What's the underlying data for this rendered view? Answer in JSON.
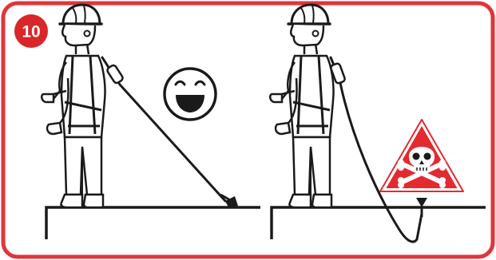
{
  "step": {
    "number": "10"
  },
  "colors": {
    "frame": "#e0353a",
    "badge": "#d9262b",
    "ink": "#1a1a1a",
    "warning_fill": "#e42a2f",
    "warning_border": "#ffffff",
    "face_fill": "#ffffff",
    "skull_fill": "#ffffff"
  },
  "panels": [
    {
      "name": "correct-anchor-above-feet",
      "mood": "happy-face-icon"
    },
    {
      "name": "danger-anchor-below-feet",
      "mood": "skull-crossbones-warning-icon"
    }
  ]
}
